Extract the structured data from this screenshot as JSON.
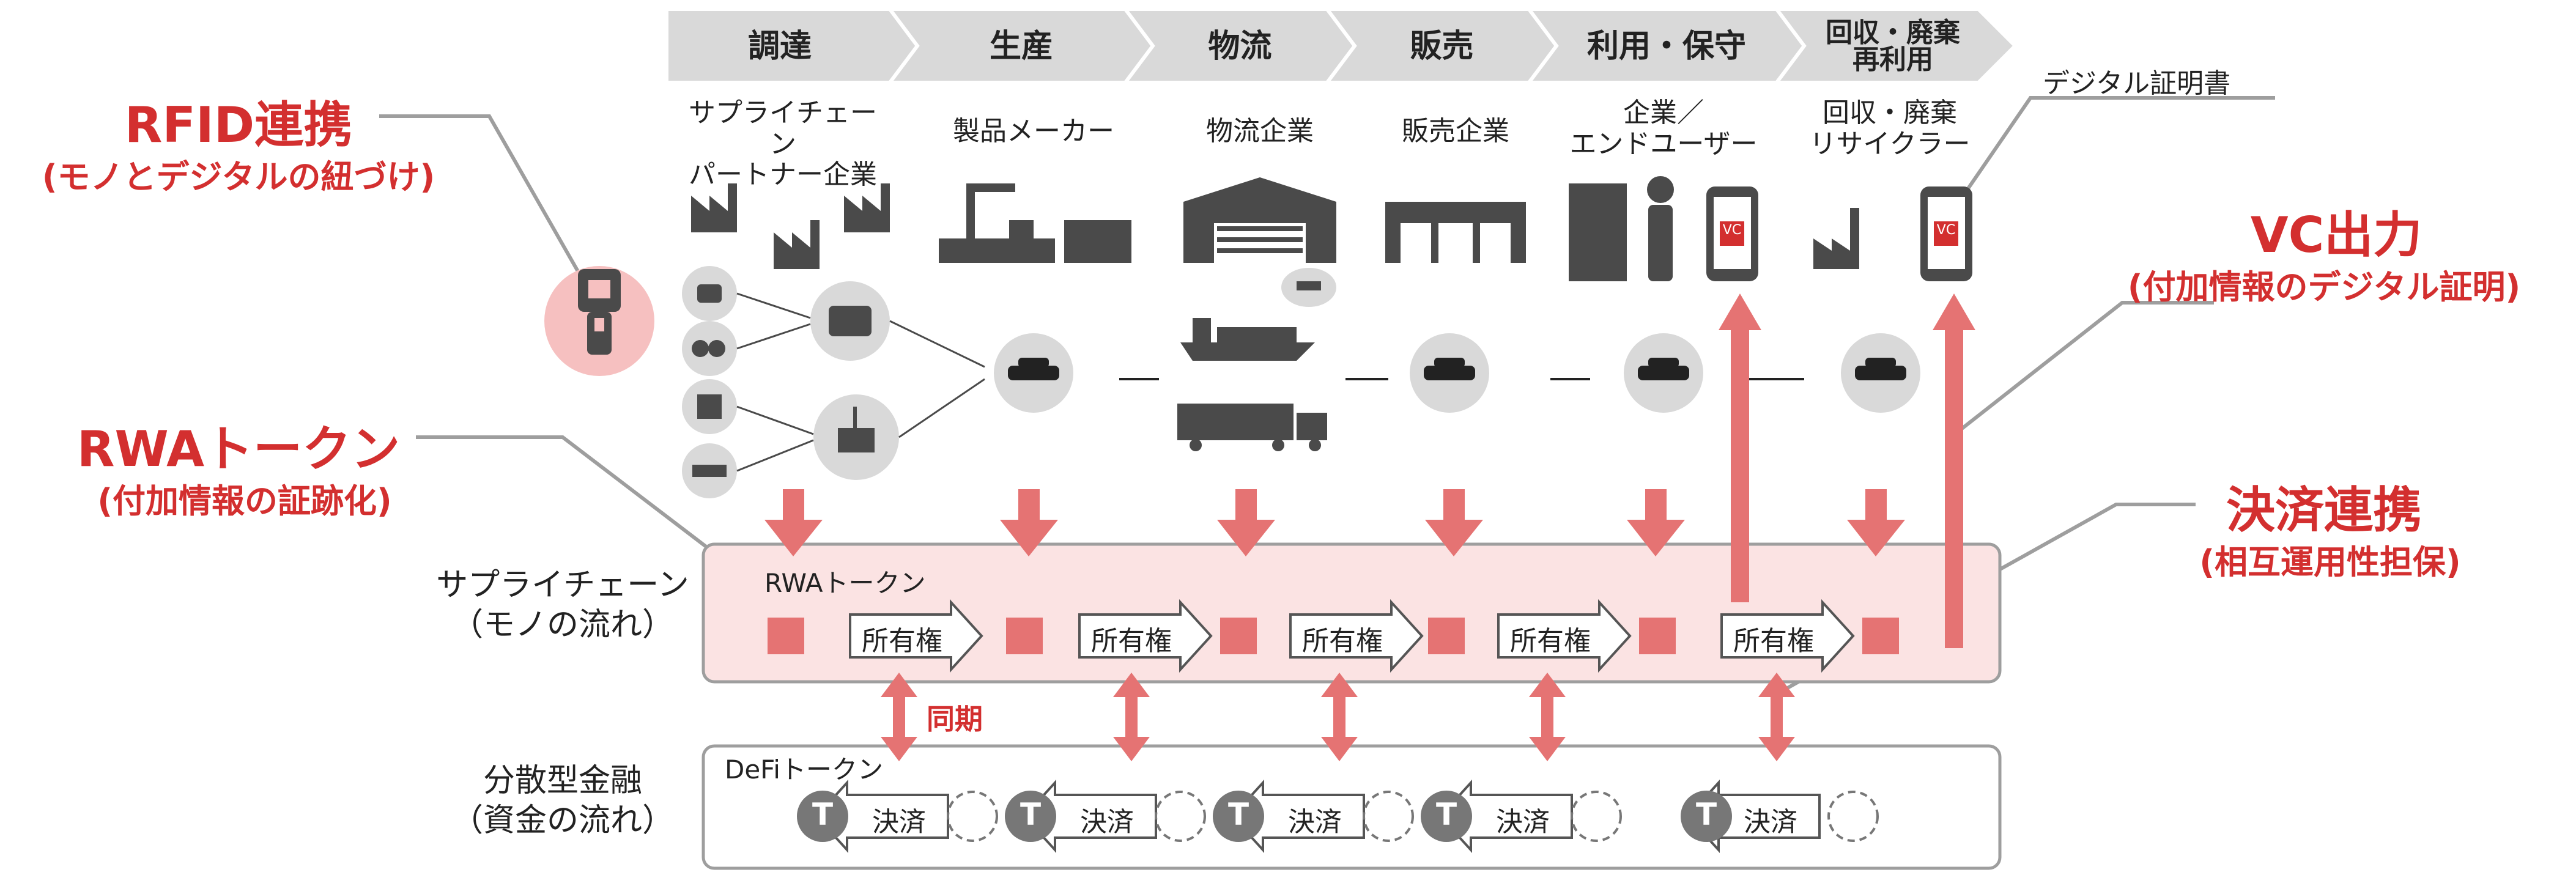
{
  "stages": [
    "調達",
    "生産",
    "物流",
    "販売",
    "利用・保守",
    "回収・廃棄\n再利用"
  ],
  "actors": [
    "サプライチェーン\nパートナー企業",
    "製品メーカー",
    "物流企業",
    "販売企業",
    "企業／\nエンドユーザー",
    "回収・廃棄\nリサイクラー"
  ],
  "digital_cert_label": "デジタル証明書",
  "vc_badge": "VC",
  "callouts": {
    "rfid": {
      "title": "RFID連携",
      "sub": "(モノとデジタルの紐づけ)"
    },
    "rwa": {
      "title": "RWAトークン",
      "sub": "(付加情報の証跡化)"
    },
    "vc": {
      "title": "VC出力",
      "sub": "(付加情報のデジタル証明)"
    },
    "settlement": {
      "title": "決済連携",
      "sub": "(相互運用性担保)"
    }
  },
  "lanes": {
    "supply": {
      "label": "サプライチェーン\n（モノの流れ）",
      "token_label": "RWAトークン",
      "ownership": "所有権"
    },
    "defi": {
      "label": "分散型金融\n（資金の流れ）",
      "token_label": "DeFiトークン",
      "settle": "決済",
      "token_letter": "T"
    },
    "sync_label": "同期"
  },
  "colors": {
    "accent_red": "#d32f2f",
    "arrow_pink": "#e57373",
    "lane_fill": "#fbe3e3",
    "gray_icon": "#4a4a4a",
    "banner_gray": "#d9d9d9"
  }
}
